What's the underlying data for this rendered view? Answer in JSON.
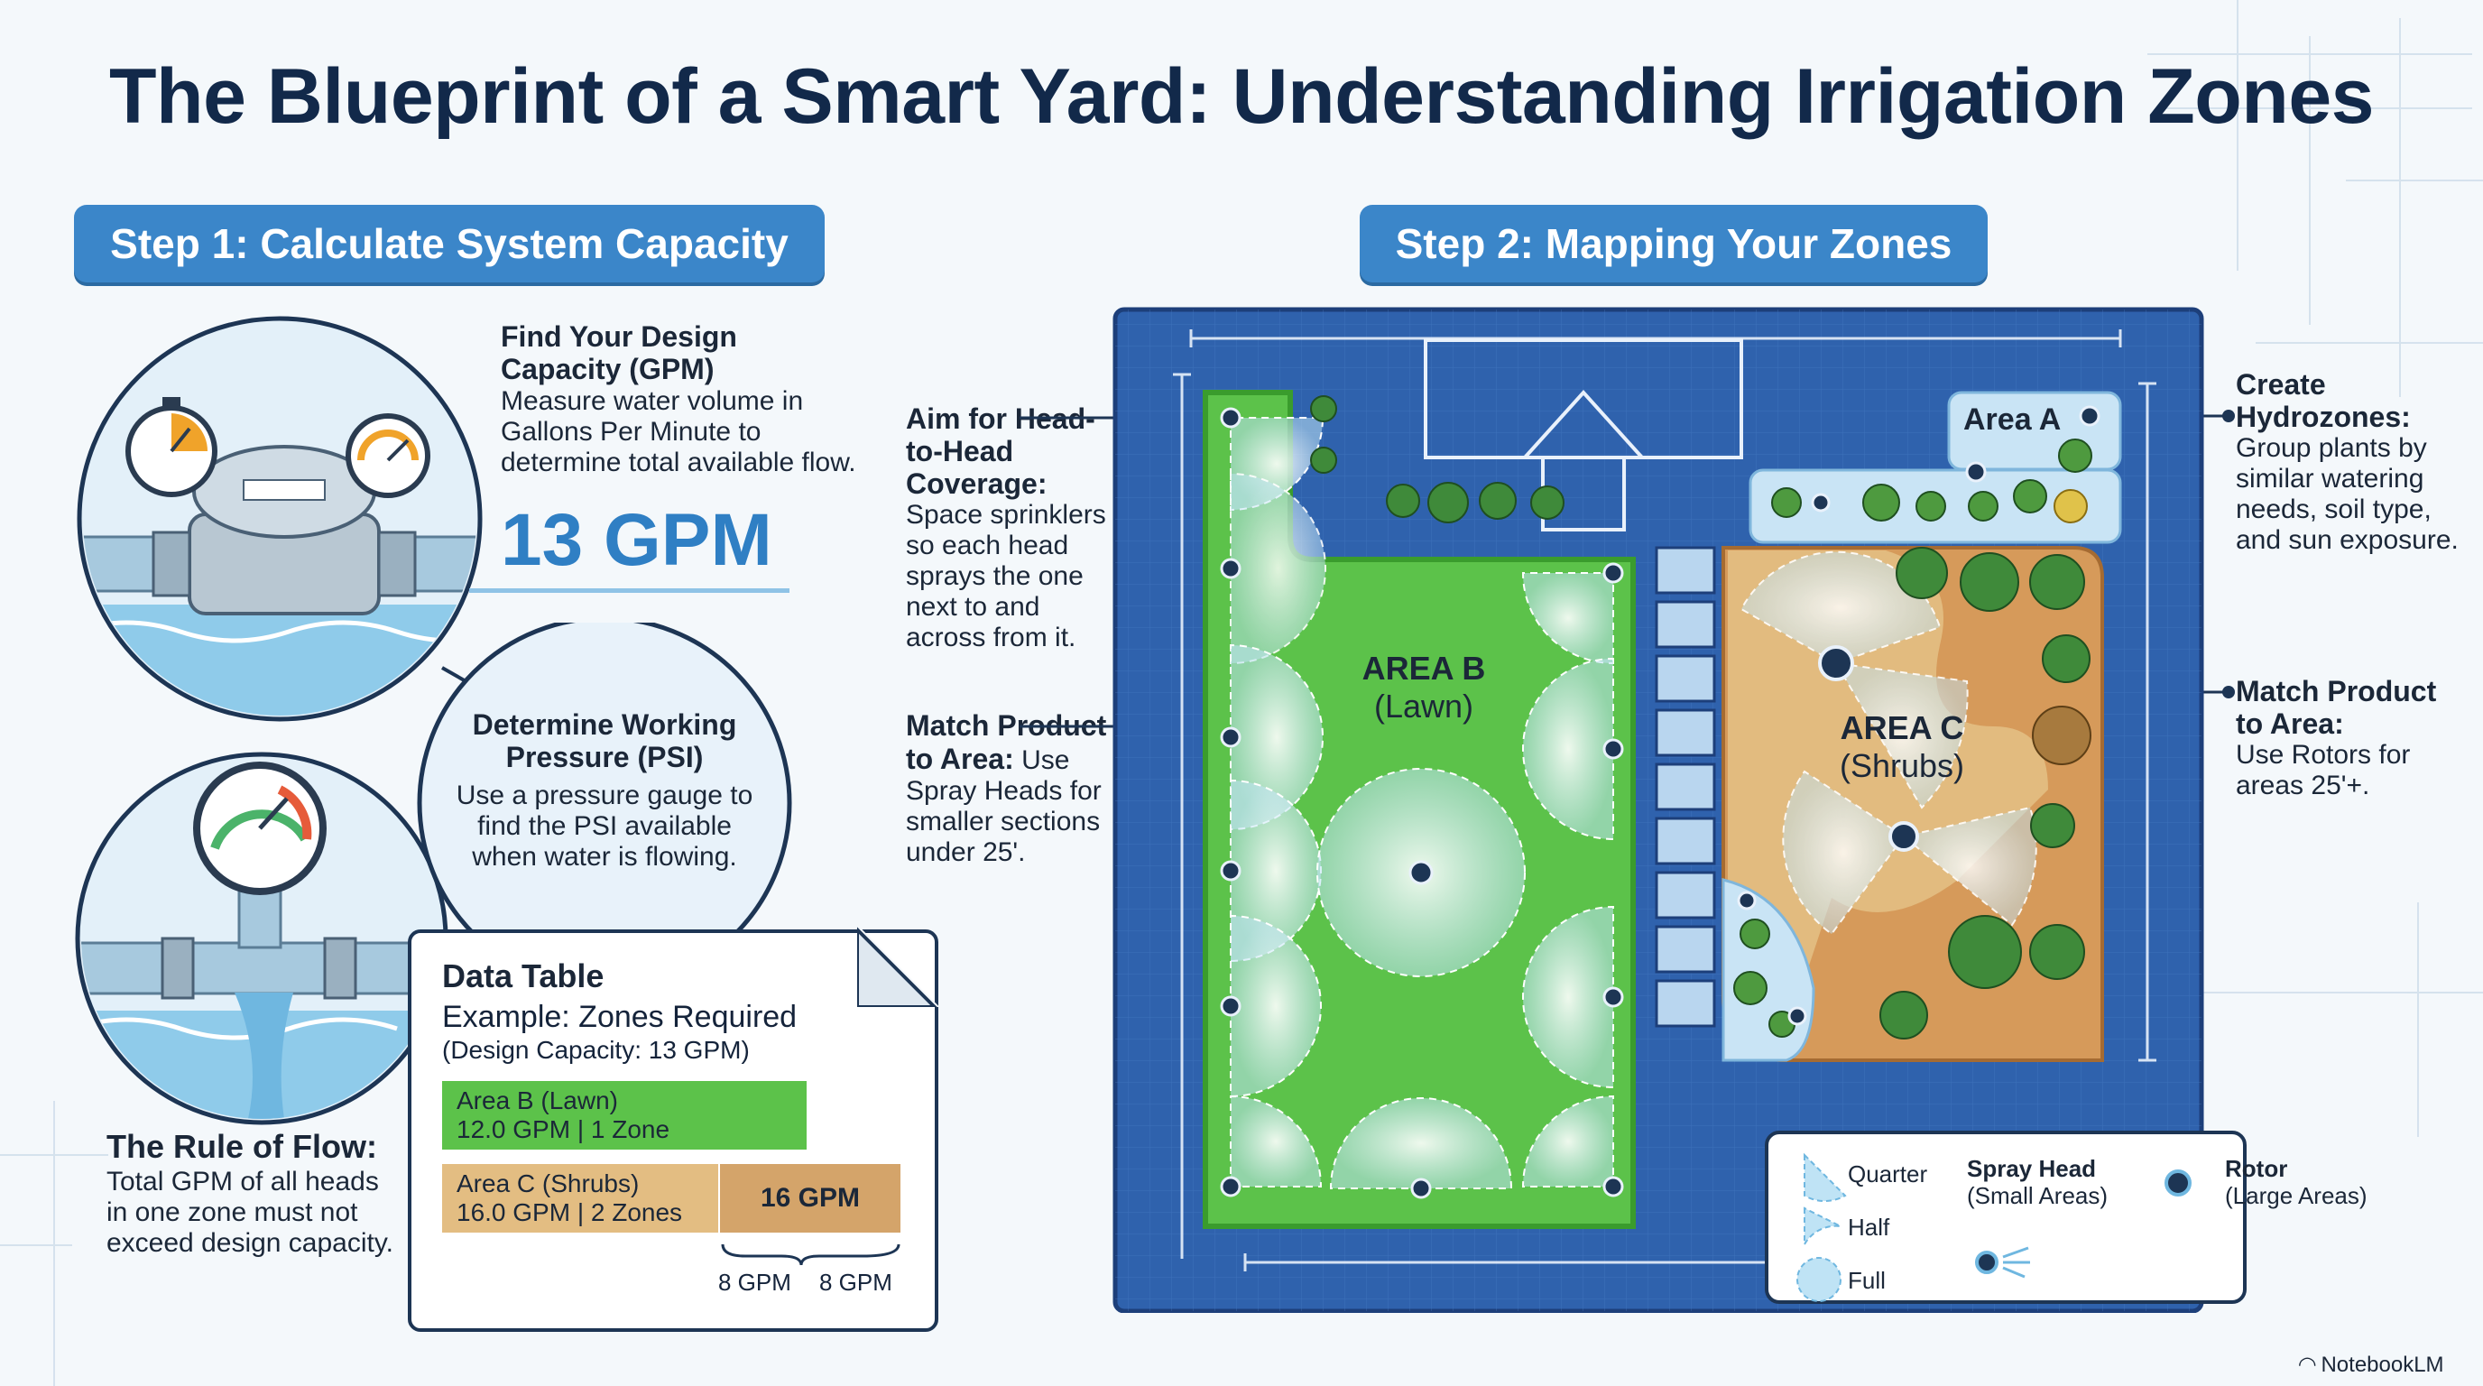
{
  "title": "The Blueprint of a Smart Yard: Understanding Irrigation Zones",
  "step1": {
    "label": "Step 1: Calculate System Capacity"
  },
  "step2": {
    "label": "Step 2: Mapping Your Zones"
  },
  "capacity": {
    "heading": "Find Your Design Capacity (GPM)",
    "body": "Measure water volume in Gallons Per Minute to determine total available flow.",
    "value": "13 GPM"
  },
  "pressure": {
    "heading": "Determine Working Pressure (PSI)",
    "body": "Use a pressure gauge to find the PSI available when water is flowing."
  },
  "rule": {
    "heading": "The Rule of Flow:",
    "body": "Total GPM of all heads in one zone must not exceed design capacity."
  },
  "table": {
    "title": "Data Table",
    "subtitle": "Example: Zones Required",
    "note": "(Design Capacity: 13 GPM)",
    "rows": [
      {
        "name": "Area B (Lawn)",
        "detail": "12.0 GPM | 1 Zone",
        "color": "#5cc24a"
      },
      {
        "name": "Area C (Shrubs)",
        "detail": "16.0 GPM | 2 Zones",
        "color": "#e3bd82"
      }
    ],
    "overflow_label": "16 GPM",
    "split": [
      "8 GPM",
      "8 GPM"
    ]
  },
  "callouts": {
    "head_to_head": {
      "heading": "Aim for Head-to-Head Coverage:",
      "body": "Space sprinklers so each head sprays the one next to and across from it."
    },
    "match_left": {
      "heading": "Match Product to Area:",
      "body": "Use Spray Heads for smaller sections under 25'."
    },
    "hydrozones": {
      "heading": "Create Hydrozones:",
      "body": "Group plants by similar watering needs, soil type, and sun exposure."
    },
    "match_right": {
      "heading": "Match Product to Area:",
      "body": "Use Rotors for areas 25'+."
    }
  },
  "map": {
    "area_a": "Area A",
    "area_b": {
      "name": "AREA B",
      "sub": "(Lawn)"
    },
    "area_c": {
      "name": "AREA C",
      "sub": "(Shrubs)"
    }
  },
  "legend": {
    "quarter": "Quarter",
    "half": "Half",
    "full": "Full",
    "spray": "Spray Head",
    "spray_sub": "(Small Areas)",
    "rotor": "Rotor",
    "rotor_sub": "(Large Areas)"
  },
  "brand": "NotebookLM",
  "colors": {
    "accent": "#3b86c9",
    "navy": "#12294a",
    "lawn": "#5cc24a",
    "shrub": "#e3bd82",
    "blueprint": "#2f62ad"
  }
}
